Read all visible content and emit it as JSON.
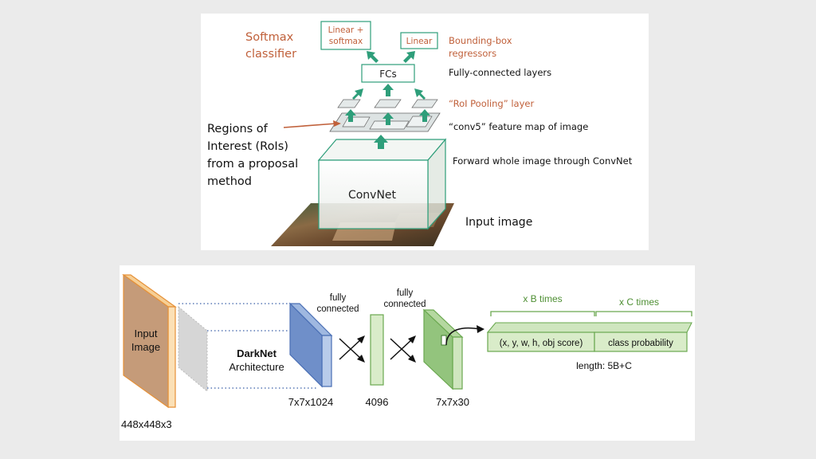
{
  "fast_rcnn": {
    "softmax_classifier": [
      "Softmax",
      "classifier"
    ],
    "linear_softmax_box": [
      "Linear +",
      "softmax"
    ],
    "linear_box": "Linear",
    "bbox_regressors": [
      "Bounding-box",
      "regressors"
    ],
    "fcs_box": "FCs",
    "fc_layers_label": "Fully-connected layers",
    "roi_pooling_label": "“RoI Pooling” layer",
    "conv5_label": "“conv5” feature map of image",
    "rois_label": [
      "Regions of",
      "Interest (RoIs)",
      "from a proposal",
      "method"
    ],
    "forward_label": "Forward whole image through ConvNet",
    "convnet_label": "ConvNet",
    "input_image_label": "Input image"
  },
  "yolo": {
    "input_block": [
      "Input",
      "Image"
    ],
    "input_size": "448x448x3",
    "darknet": [
      "DarkNet",
      "Architecture"
    ],
    "block1_size": "7x7x1024",
    "fc1_label": [
      "fully",
      "connected"
    ],
    "block2_size": "4096",
    "fc2_label": [
      "fully",
      "connected"
    ],
    "block3_size": "7x7x30",
    "x_b_times": "x B times",
    "x_c_times": "x C times",
    "vector_part1": "(x, y, w, h, obj score)",
    "vector_part2": "class probability",
    "vector_length": "length: 5B+C"
  },
  "colors": {
    "green_accent": "#2e9e7a",
    "orange_text": "#c0603a",
    "yolo_green": "#6aa84f",
    "input_orange": "#e69138",
    "darknet_blue": "#4a6fb5"
  }
}
